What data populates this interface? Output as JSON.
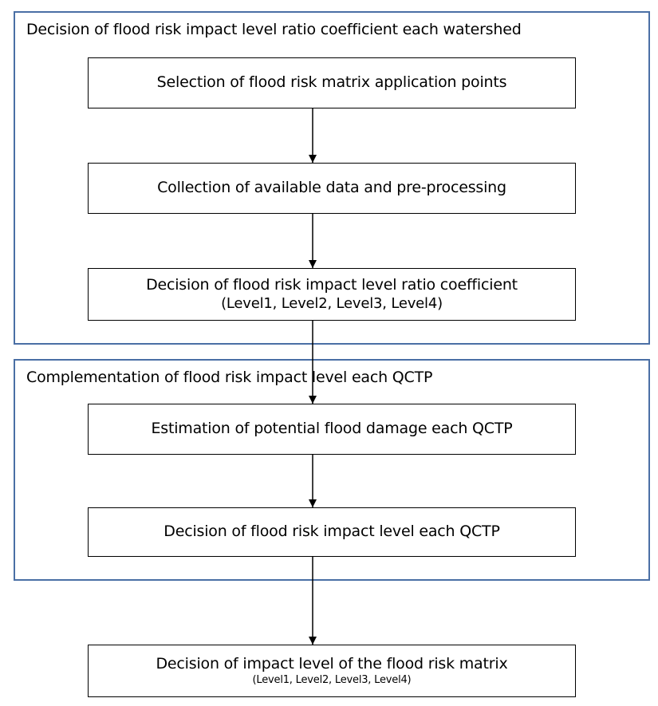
{
  "group1": {
    "title": "Decision of flood risk impact level ratio coefficient each watershed"
  },
  "group2": {
    "title": "Complementation of flood risk impact level each QCTP"
  },
  "steps": [
    {
      "line1": "Selection of flood risk matrix application points",
      "line2": ""
    },
    {
      "line1": "Collection of available data and pre-processing",
      "line2": ""
    },
    {
      "line1": "Decision of flood risk impact level ratio coefficient",
      "line2": "(Level1, Level2, Level3, Level4)"
    },
    {
      "line1": "Estimation of potential flood damage each QCTP",
      "line2": ""
    },
    {
      "line1": "Decision of flood risk impact level each QCTP",
      "line2": ""
    },
    {
      "line1": "Decision of impact level of the flood risk matrix",
      "line2": "(Level1, Level2, Level3, Level4)"
    }
  ]
}
